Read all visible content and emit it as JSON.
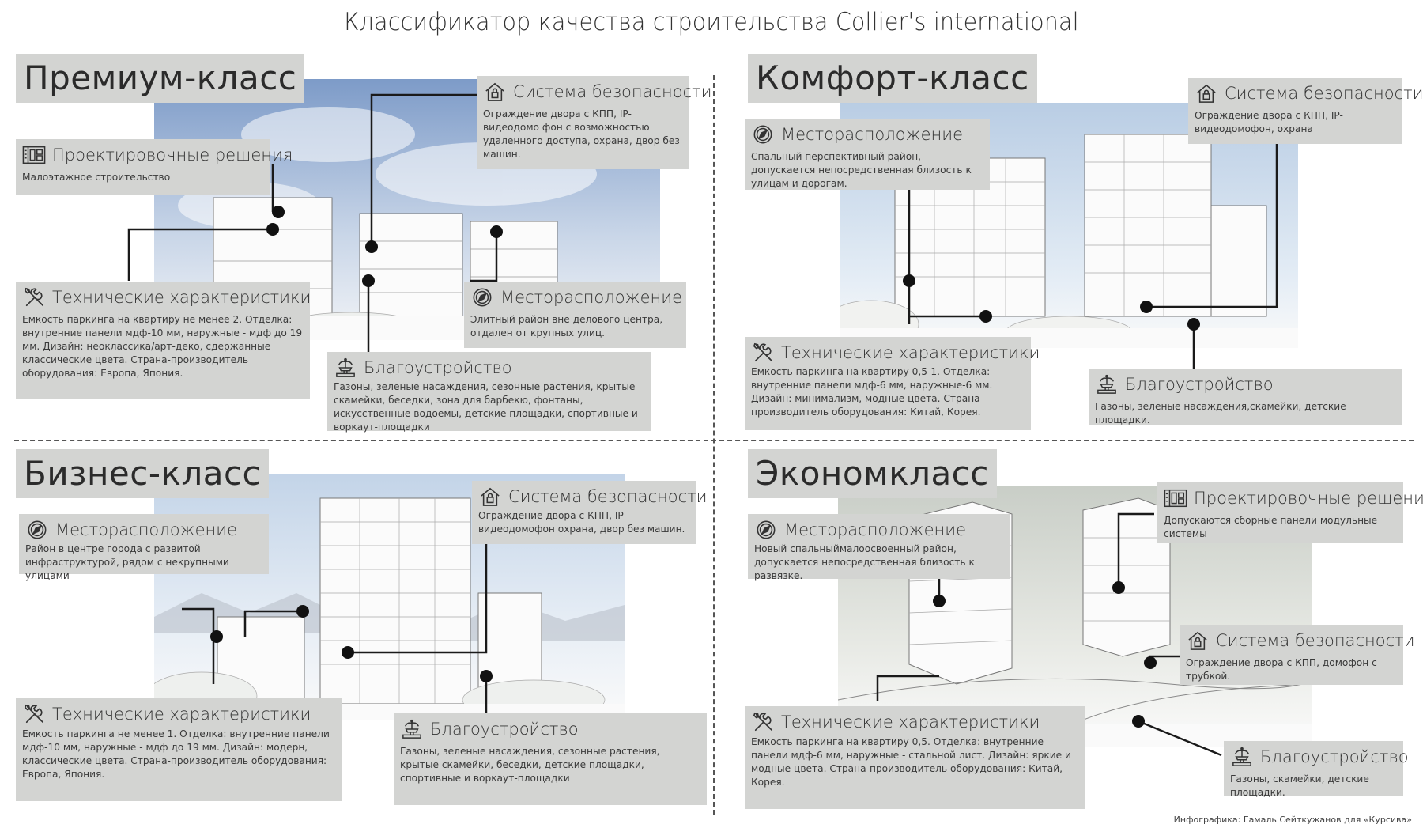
{
  "title": "Классификатор качества строительства Collier's international",
  "credit": "Инфографика: Гамаль Сейткужанов для «Курсива»",
  "colors": {
    "card_bg": "#d3d4d2",
    "line": "#1a1a1a",
    "sky_top": "#7f9cc9",
    "sky_bottom": "#eaf0f7"
  },
  "premium": {
    "title": "Премиум-класс",
    "design": {
      "title": "Проектировочные решения",
      "icon": "building-plan-icon",
      "text": "Малоэтажное строительство"
    },
    "security": {
      "title": "Система безопасности",
      "icon": "house-lock-icon",
      "text": "Ограждение двора с КПП, IP-видеодомо фон с возможностью удаленного доступа, охрана, двор без машин."
    },
    "tech": {
      "title": "Технические характеристики",
      "icon": "wrench-tools-icon",
      "text": "Емкость паркинга на квартиру не менее 2. Отделка: внутренние панели  мдф-10 мм, наружные - мдф до 19 мм. Дизайн: неоклассика/арт-деко, сдержанные классические цвета. Страна-производитель оборудования: Европа, Япония."
    },
    "location": {
      "title": "Месторасположение",
      "icon": "compass-icon",
      "text": "Элитный район вне делового центра, отдален от крупных улиц."
    },
    "landscaping": {
      "title": "Благоустройство",
      "icon": "fountain-icon",
      "text": "Газоны, зеленые насаждения, сезонные растения, крытые скамейки, беседки, зона для барбекю, фонтаны, искусственные водоемы, детские площадки, спортивные и воркаут-площадки"
    }
  },
  "comfort": {
    "title": "Комфорт-класс",
    "security": {
      "title": "Система безопасности",
      "icon": "house-lock-icon",
      "text": "Ограждение двора с КПП, IP-видеодомофон, охрана"
    },
    "location": {
      "title": "Месторасположение",
      "icon": "compass-icon",
      "text": "Спальный перспективный район, допускается непосредственная близость к улицам и дорогам."
    },
    "tech": {
      "title": "Технические характеристики",
      "icon": "wrench-tools-icon",
      "text": "Емкость паркинга на квартиру 0,5-1. Отделка: внутренние панели  мдф-6 мм, наружные-6 мм. Дизайн: минимализм, модные цвета. Страна-производитель оборудования: Китай, Корея."
    },
    "landscaping": {
      "title": "Благоустройство",
      "icon": "fountain-icon",
      "text": "Газоны, зеленые насаждения,скамейки, детские площадки."
    }
  },
  "business": {
    "title": "Бизнес-класс",
    "location": {
      "title": "Месторасположение",
      "icon": "compass-icon",
      "text": "Район в центре города с развитой инфраструктурой, рядом с некрупными улицами"
    },
    "security": {
      "title": "Система безопасности",
      "icon": "house-lock-icon",
      "text": "Ограждение двора с КПП, IP-видеодомофон охрана, двор без машин."
    },
    "tech": {
      "title": "Технические характеристики",
      "icon": "wrench-tools-icon",
      "text": "Емкость паркинга не менее 1. Отделка: внутренние панели  мдф-10 мм, наружные - мдф до 19 мм. Дизайн: модерн, классические цвета. Страна-производитель оборудования: Европа, Япония."
    },
    "landscaping": {
      "title": "Благоустройство",
      "icon": "fountain-icon",
      "text": "Газоны, зеленые насаждения, сезонные растения, крытые скамейки, беседки, детские площадки, спортивные и воркаут-площадки"
    }
  },
  "economy": {
    "title": "Экономкласс",
    "design": {
      "title": "Проектировочные решения",
      "icon": "building-plan-icon",
      "text": "Допускаются сборные панели модульные системы"
    },
    "location": {
      "title": "Месторасположение",
      "icon": "compass-icon",
      "text": "Новый спальныймалоосвоенный район, допускается непосредственная  близость к развязке."
    },
    "security": {
      "title": "Система безопасности",
      "icon": "house-lock-icon",
      "text": "Ограждение двора с КПП, домофон с трубкой."
    },
    "tech": {
      "title": "Технические характеристики",
      "icon": "wrench-tools-icon",
      "text": "Емкость паркинга на квартиру 0,5. Отделка: внутренние панели  мдф-6 мм, наружные - стальной лист. Дизайн: яркие и модные цвета. Страна-производитель оборудования: Китай, Корея."
    },
    "landscaping": {
      "title": "Благоустройство",
      "icon": "fountain-icon",
      "text": "Газоны, скамейки, детские площадки."
    }
  }
}
